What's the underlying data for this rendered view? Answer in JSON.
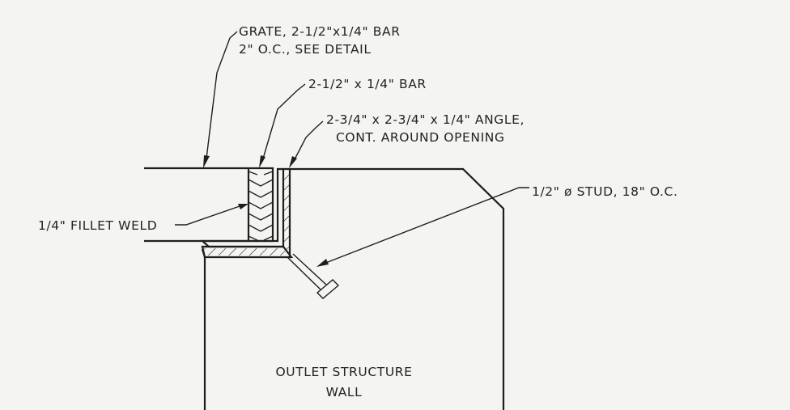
{
  "labels": {
    "grate_line1": "GRATE, 2-1/2\"x1/4\" BAR",
    "grate_line2": "2\" O.C., SEE DETAIL",
    "bar": "2-1/2\" x 1/4\" BAR",
    "angle_line1": "2-3/4\" x 2-3/4\" x 1/4\" ANGLE,",
    "angle_line2": "CONT. AROUND OPENING",
    "stud": "1/2\" ø STUD, 18\" O.C.",
    "weld": "1/4\" FILLET WELD",
    "wall_line1": "OUTLET STRUCTURE",
    "wall_line2": "WALL"
  }
}
